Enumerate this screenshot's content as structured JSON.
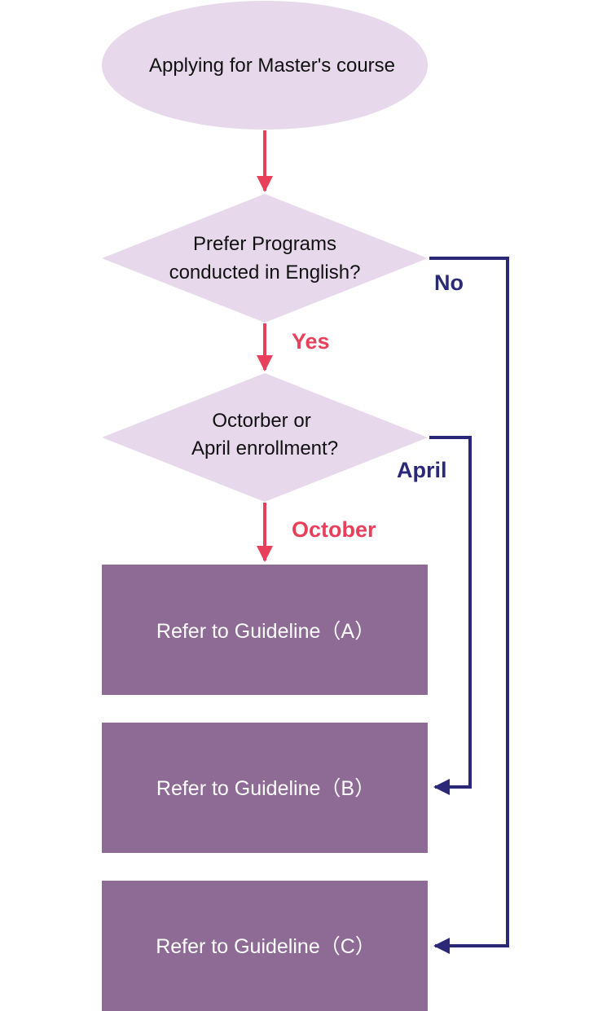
{
  "start": {
    "label": "Applying for Master's course"
  },
  "decision1": {
    "line1": "Prefer Programs",
    "line2": "conducted in English?",
    "yes_label": "Yes",
    "no_label": "No"
  },
  "decision2": {
    "line1": "Octorber or",
    "line2": "April enrollment?",
    "october_label": "October",
    "april_label": "April"
  },
  "guidelines": [
    {
      "label": "Refer to Guideline（A）"
    },
    {
      "label": "Refer to Guideline（B）"
    },
    {
      "label": "Refer to Guideline（C）"
    }
  ],
  "colors": {
    "start_fill": "#e7d8ec",
    "decision_fill": "#e7d8ec",
    "box_fill": "#8e6b95",
    "yes_arrow": "#e8405b",
    "no_arrow": "#2b2878"
  }
}
